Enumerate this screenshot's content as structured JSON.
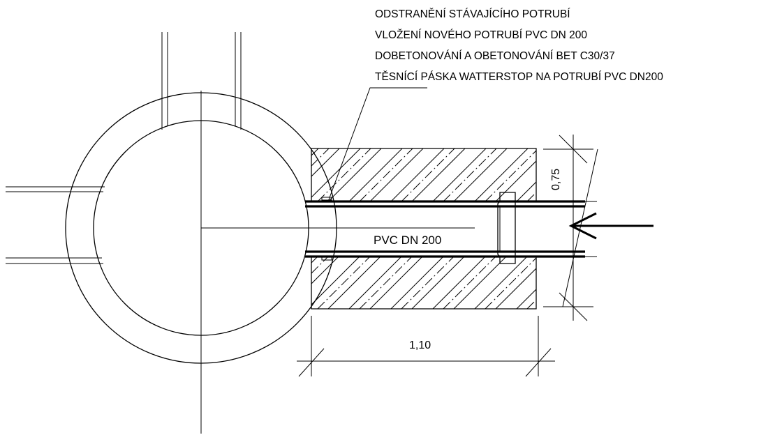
{
  "notes": [
    "ODSTRANĚNÍ STÁVAJÍCÍHO POTRUBÍ",
    "VLOŽENÍ NOVÉHO POTRUBÍ PVC DN 200",
    "DOBETONOVÁNÍ A OBETONOVÁNÍ BET C30/37",
    "TĚSNÍCÍ PÁSKA WATTERSTOP NA POTRUBÍ PVC DN200"
  ],
  "pipe_label": "PVC DN 200",
  "dimensions": {
    "length": "1,10",
    "height": "0,75"
  },
  "flow_direction": "left"
}
